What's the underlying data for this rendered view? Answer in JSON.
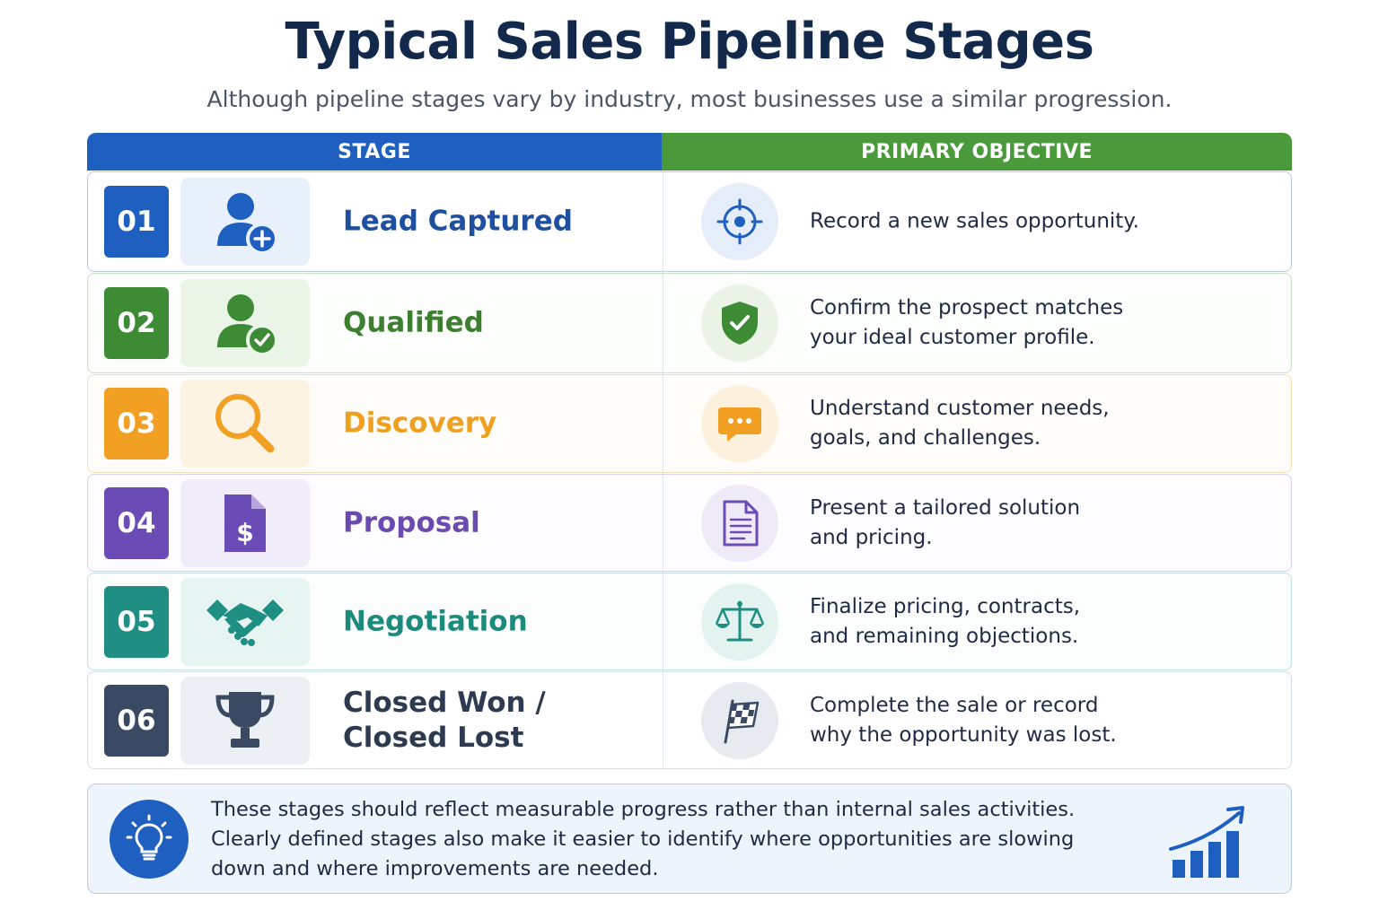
{
  "header": {
    "title": "Typical Sales Pipeline Stages",
    "subtitle": "Although pipeline stages vary by industry, most businesses use a similar progression."
  },
  "table": {
    "col_stage": "STAGE",
    "col_objective": "PRIMARY OBJECTIVE",
    "colors": {
      "stage_header": "#1f5fbf",
      "objective_header": "#4a9a3c"
    },
    "rows": [
      {
        "number": "01",
        "name": "Lead Captured",
        "name_line2": "",
        "objective": "Record a new sales opportunity.",
        "color": "#1f5fbf",
        "stage_icon": "user-plus-icon",
        "objective_icon": "target-icon"
      },
      {
        "number": "02",
        "name": "Qualified",
        "name_line2": "",
        "objective": "Confirm the prospect matches your ideal customer profile.",
        "color": "#3d8b35",
        "stage_icon": "user-check-icon",
        "objective_icon": "shield-check-icon"
      },
      {
        "number": "03",
        "name": "Discovery",
        "name_line2": "",
        "objective": "Understand customer needs, goals, and challenges.",
        "color": "#f2a024",
        "stage_icon": "magnifier-icon",
        "objective_icon": "chat-bubble-icon"
      },
      {
        "number": "04",
        "name": "Proposal",
        "name_line2": "",
        "objective": "Present a tailored solution and pricing.",
        "color": "#6b4bb5",
        "stage_icon": "dollar-document-icon",
        "objective_icon": "document-icon"
      },
      {
        "number": "05",
        "name": "Negotiation",
        "name_line2": "",
        "objective": "Finalize pricing, contracts, and remaining objections.",
        "color": "#1f8f84",
        "stage_icon": "handshake-icon",
        "objective_icon": "scales-icon"
      },
      {
        "number": "06",
        "name": "Closed Won /",
        "name_line2": "Closed Lost",
        "objective": "Complete the sale or record why the opportunity was lost.",
        "color": "#3a4a63",
        "stage_icon": "trophy-icon",
        "objective_icon": "checkered-flag-icon"
      }
    ]
  },
  "footer": {
    "text": "These stages should reflect measurable progress rather than internal sales activities. Clearly defined stages also make it easier to identify where opportunities are slowing down and where improvements are needed.",
    "left_icon": "lightbulb-icon",
    "right_icon": "growth-chart-icon"
  }
}
